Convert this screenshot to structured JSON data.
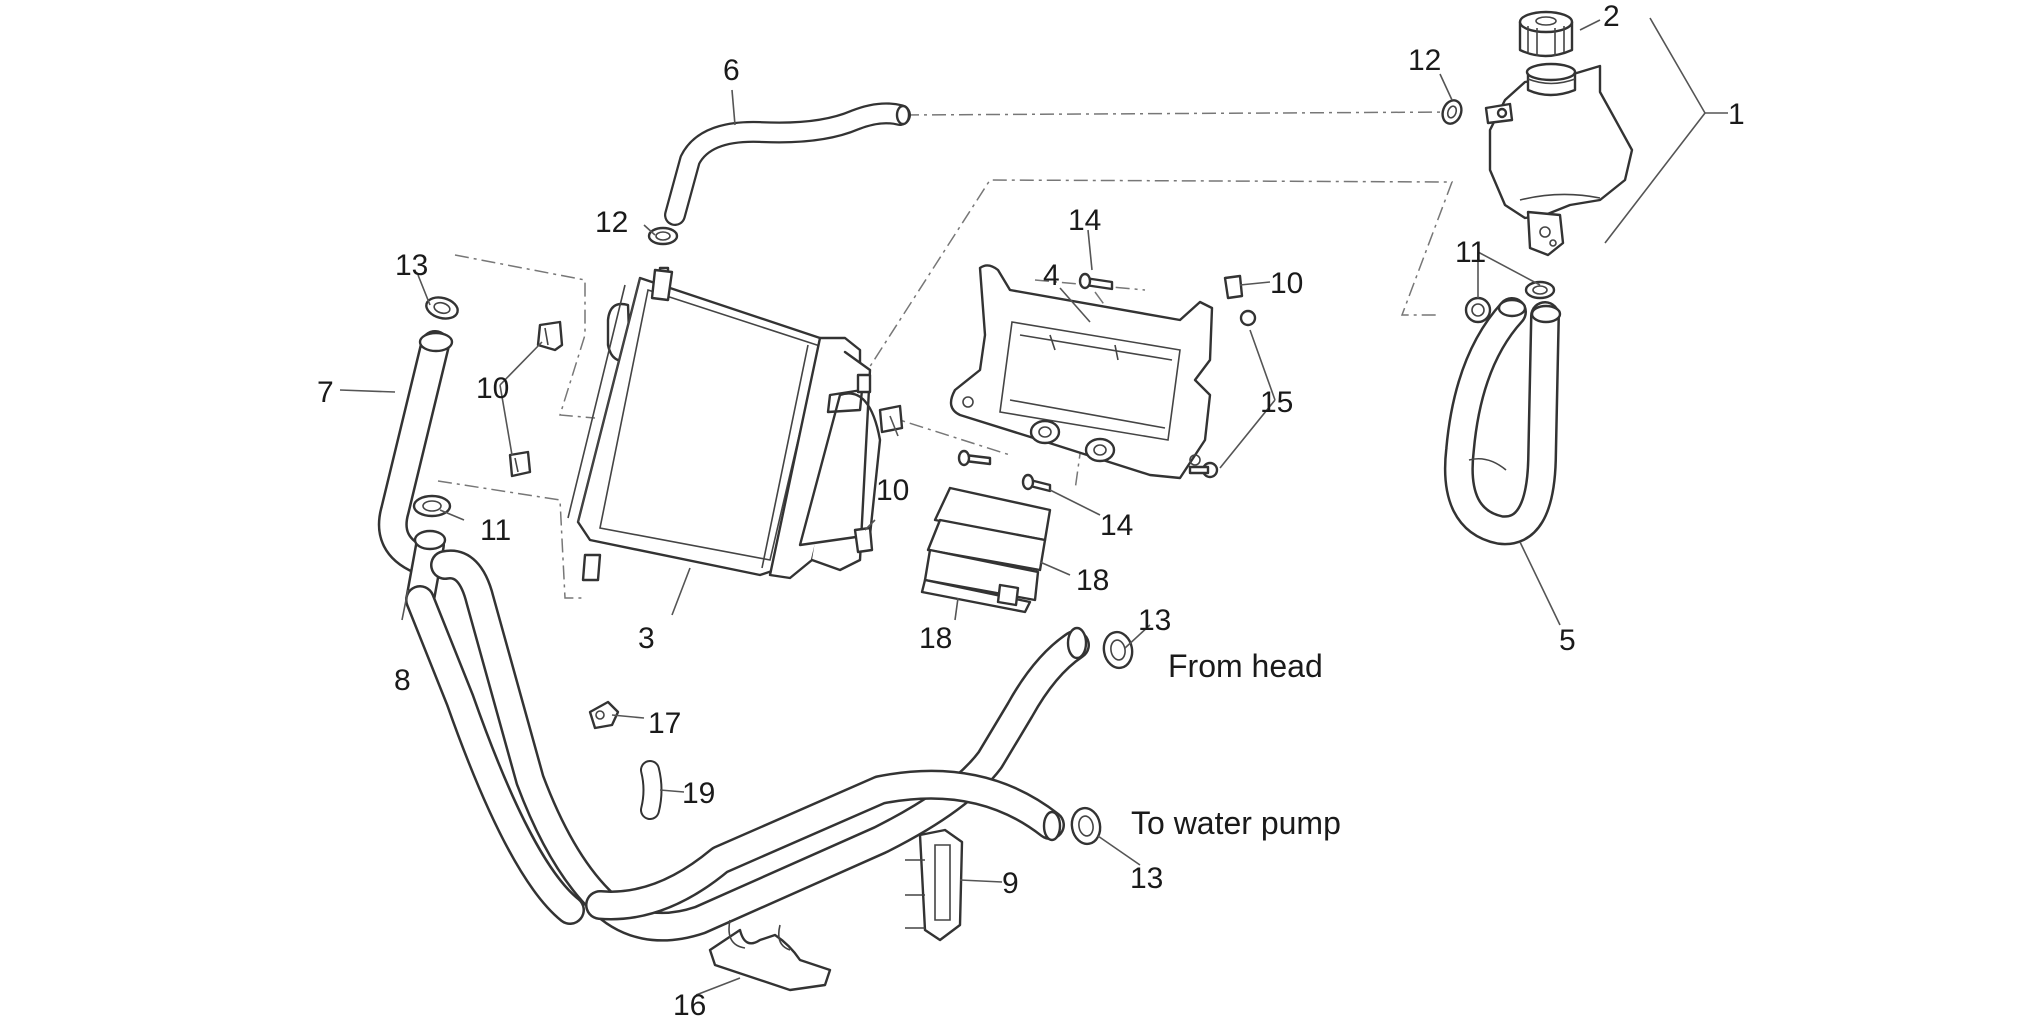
{
  "diagram": {
    "callouts": [
      {
        "id": "c1",
        "text": "1"
      },
      {
        "id": "c2",
        "text": "2"
      },
      {
        "id": "c3",
        "text": "3"
      },
      {
        "id": "c4",
        "text": "4"
      },
      {
        "id": "c5",
        "text": "5"
      },
      {
        "id": "c6",
        "text": "6"
      },
      {
        "id": "c7",
        "text": "7"
      },
      {
        "id": "c8",
        "text": "8"
      },
      {
        "id": "c9",
        "text": "9"
      },
      {
        "id": "c10a",
        "text": "10"
      },
      {
        "id": "c10b",
        "text": "10"
      },
      {
        "id": "c10c",
        "text": "10"
      },
      {
        "id": "c11a",
        "text": "11"
      },
      {
        "id": "c11b",
        "text": "11"
      },
      {
        "id": "c12a",
        "text": "12"
      },
      {
        "id": "c12b",
        "text": "12"
      },
      {
        "id": "c13a",
        "text": "13"
      },
      {
        "id": "c13b",
        "text": "13"
      },
      {
        "id": "c13c",
        "text": "13"
      },
      {
        "id": "c14a",
        "text": "14"
      },
      {
        "id": "c14b",
        "text": "14"
      },
      {
        "id": "c15",
        "text": "15"
      },
      {
        "id": "c16",
        "text": "16"
      },
      {
        "id": "c17",
        "text": "17"
      },
      {
        "id": "c18a",
        "text": "18"
      },
      {
        "id": "c18b",
        "text": "18"
      },
      {
        "id": "c19",
        "text": "19"
      }
    ],
    "notes": {
      "from_head": "From head",
      "to_water_pump": "To water pump"
    }
  }
}
